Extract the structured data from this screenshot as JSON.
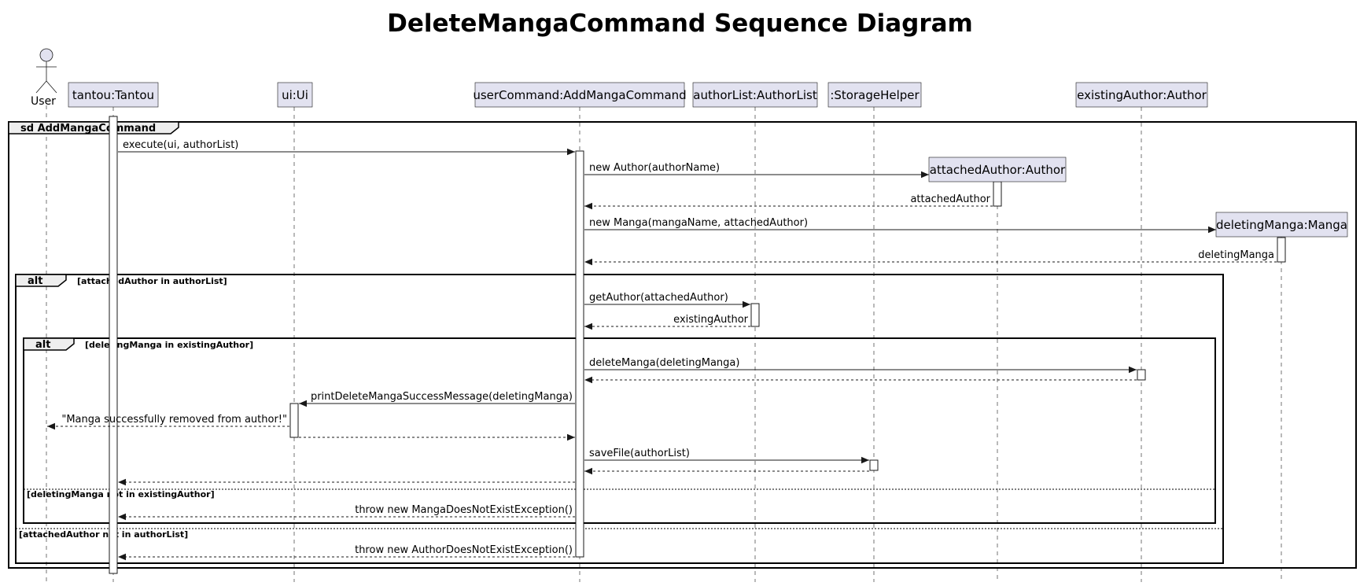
{
  "title": "DeleteMangaCommand Sequence Diagram",
  "actor": {
    "id": "user",
    "label": "User"
  },
  "participants": [
    {
      "id": "tantou",
      "label": "tantou:Tantou"
    },
    {
      "id": "ui",
      "label": "ui:Ui"
    },
    {
      "id": "cmd",
      "label": "userCommand:AddMangaCommand"
    },
    {
      "id": "authorList",
      "label": "authorList:AuthorList"
    },
    {
      "id": "storage",
      "label": ":StorageHelper"
    },
    {
      "id": "attachedAuthor",
      "label": "attachedAuthor:Author"
    },
    {
      "id": "existingAuthor",
      "label": "existingAuthor:Author"
    },
    {
      "id": "deletingManga",
      "label": "deletingManga:Manga"
    }
  ],
  "fragments": {
    "sd": {
      "keyword": "sd AddMangaCommand"
    },
    "alt_outer": {
      "keyword": "alt",
      "guard": "[attachedAuthor in authorList]",
      "else_guard": "[attachedAuthor not in authorList]"
    },
    "alt_inner": {
      "keyword": "alt",
      "guard": "[deletingManga in existingAuthor]",
      "else_guard": "[deletingManga not in existingAuthor]"
    }
  },
  "messages": [
    {
      "id": "m1",
      "from": "tantou",
      "to": "cmd",
      "label": "execute(ui, authorList)",
      "type": "sync"
    },
    {
      "id": "m2",
      "from": "cmd",
      "to": "attachedAuthor",
      "label": "new Author(authorName)",
      "type": "create"
    },
    {
      "id": "m3",
      "from": "attachedAuthor",
      "to": "cmd",
      "label": "attachedAuthor",
      "type": "return"
    },
    {
      "id": "m4",
      "from": "cmd",
      "to": "deletingManga",
      "label": "new Manga(mangaName, attachedAuthor)",
      "type": "create"
    },
    {
      "id": "m5",
      "from": "deletingManga",
      "to": "cmd",
      "label": "deletingManga",
      "type": "return"
    },
    {
      "id": "m6",
      "from": "cmd",
      "to": "authorList",
      "label": "getAuthor(attachedAuthor)",
      "type": "sync"
    },
    {
      "id": "m7",
      "from": "authorList",
      "to": "cmd",
      "label": "existingAuthor",
      "type": "return"
    },
    {
      "id": "m8",
      "from": "cmd",
      "to": "existingAuthor",
      "label": "deleteManga(deletingManga)",
      "type": "sync"
    },
    {
      "id": "m9",
      "from": "existingAuthor",
      "to": "cmd",
      "label": "",
      "type": "return"
    },
    {
      "id": "m10",
      "from": "cmd",
      "to": "ui",
      "label": "printDeleteMangaSuccessMessage(deletingManga)",
      "type": "sync"
    },
    {
      "id": "m11",
      "from": "ui",
      "to": "user",
      "label": "\"Manga successfully removed from author!\"",
      "type": "return"
    },
    {
      "id": "m12",
      "from": "ui",
      "to": "cmd",
      "label": "",
      "type": "return"
    },
    {
      "id": "m13",
      "from": "cmd",
      "to": "storage",
      "label": "saveFile(authorList)",
      "type": "sync"
    },
    {
      "id": "m14",
      "from": "storage",
      "to": "cmd",
      "label": "",
      "type": "return"
    },
    {
      "id": "m15",
      "from": "cmd",
      "to": "tantou",
      "label": "",
      "type": "return"
    },
    {
      "id": "m16",
      "from": "cmd",
      "to": "tantou",
      "label": "throw new MangaDoesNotExistException()",
      "type": "return"
    },
    {
      "id": "m17",
      "from": "cmd",
      "to": "tantou",
      "label": "throw new AuthorDoesNotExistException()",
      "type": "return"
    }
  ],
  "colors": {
    "participant_fill": "#e2e2f0",
    "participant_border": "#181818",
    "line": "#181818",
    "fragment_header_fill": "#eeeeee"
  }
}
